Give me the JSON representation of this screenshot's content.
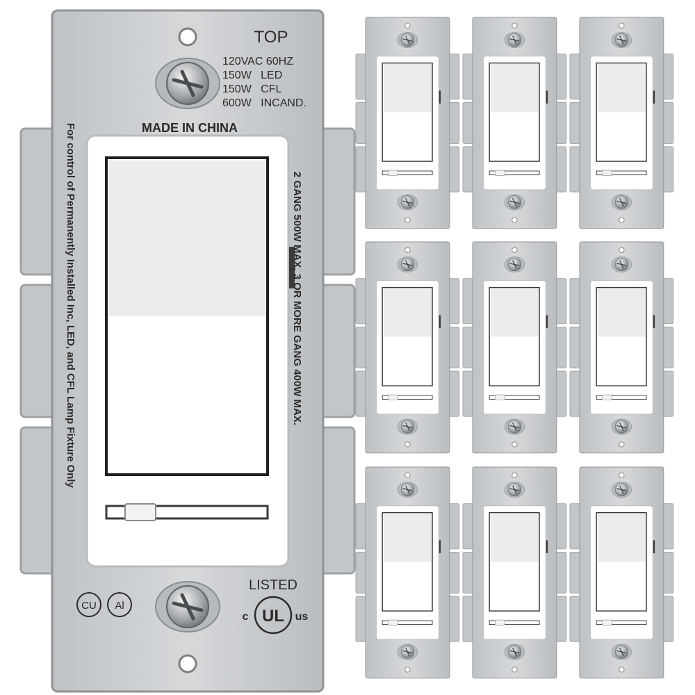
{
  "product": {
    "title_top": "TOP",
    "rating_lines": [
      "120VAC 60HZ",
      "150W   LED",
      "150W   CFL",
      "600W   INCAND."
    ],
    "made_in": "MADE IN CHINA",
    "side_text_left": "For control of Permanently Installed Inc, LED, and CFL Lamp Fixture Only",
    "side_text_right": "2 GANG 500W MAX, 3 OR MORE GANG 400W MAX.",
    "listed": "LISTED",
    "ul_mark": "UL",
    "ul_c": "c",
    "ul_us": "us",
    "cu_mark": "CU",
    "al_mark": "Al"
  },
  "thumbnails": {
    "count": 9,
    "columns": 3,
    "rows": 3
  },
  "colors": {
    "plate": "#c9cbcd",
    "plate_dark": "#9ea1a4",
    "switch_white": "#ffffff",
    "paddle_top": "#ececec",
    "text": "#2b2b2b"
  }
}
